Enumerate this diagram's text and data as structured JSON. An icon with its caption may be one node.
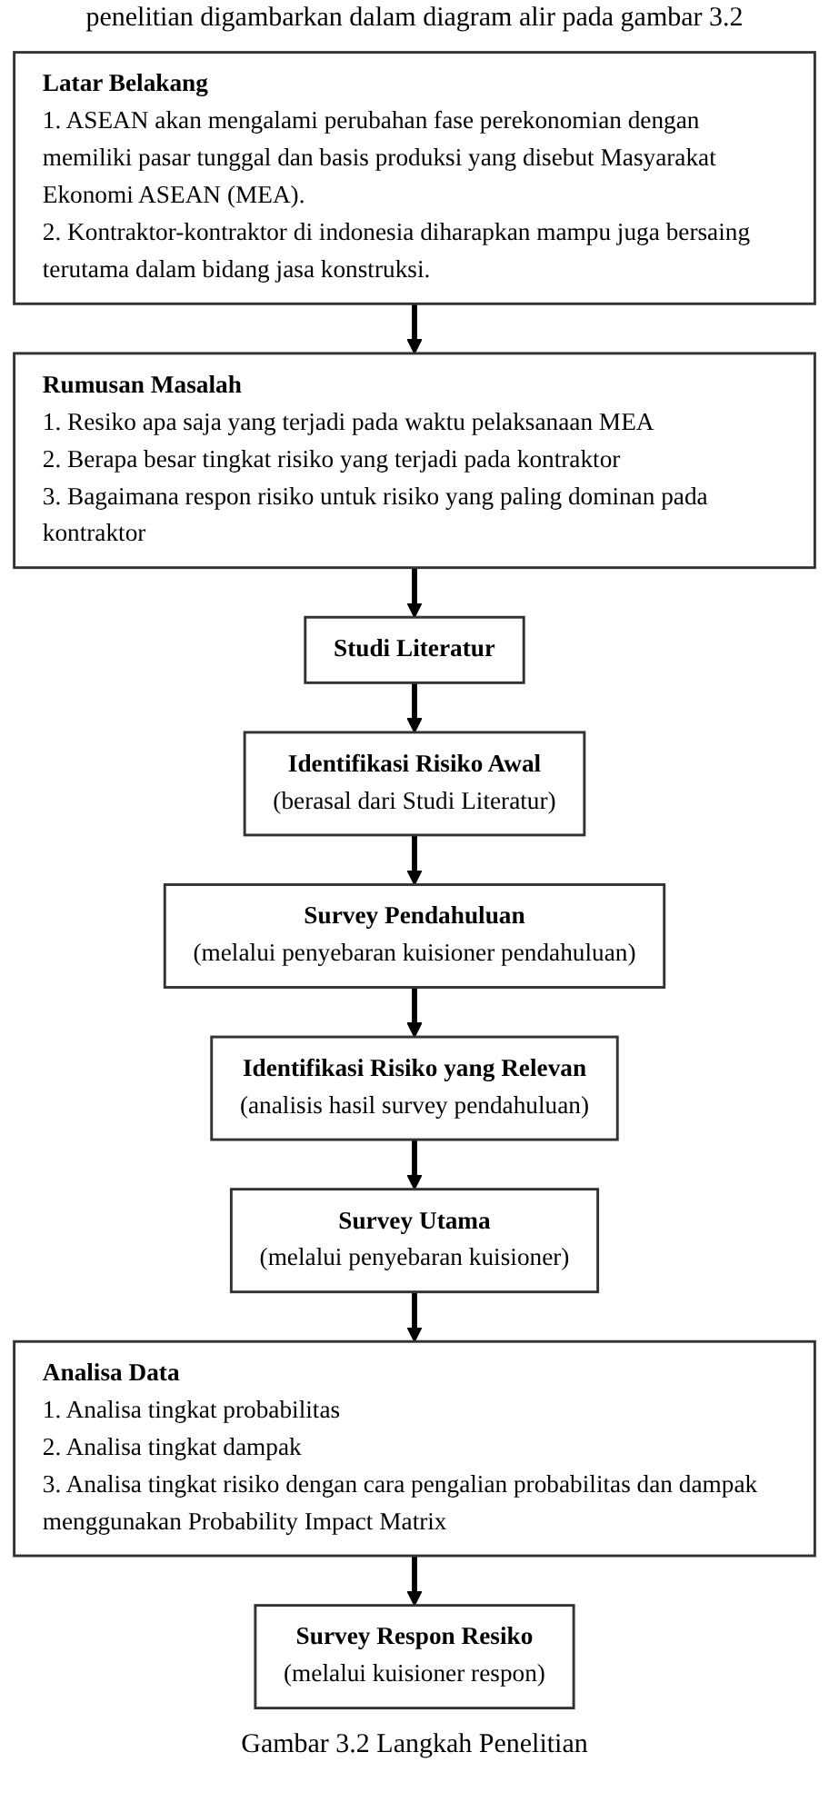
{
  "diagram": {
    "caption": "Gambar 3.2 Langkah Penelitian",
    "nodes": [
      {
        "text": [
          "Latar Belakang",
          "1. ASEAN akan mengalami perubahan fase perekonomian dengan memiliki pasar tunggal dan basis produksi yang disebut Masyarakat Ekonomi ASEAN (MEA).",
          "2. Kontraktor-kontraktor di indonesia diharapkan mampu juga bersaing terutama dalam bidang jasa konstruksi."
        ]
      },
      {
        "text": [
          "Rumusan Masalah",
          "1. Resiko apa saja yang terjadi pada waktu pelaksanaan MEA",
          "2. Berapa besar tingkat risiko yang terjadi pada kontraktor",
          "3. Bagaimana respon risiko untuk risiko yang paling dominan pada kontraktor"
        ]
      },
      {
        "text": [
          "Studi Literatur"
        ]
      },
      {
        "text": [
          "Identifikasi Risiko Awal",
          "(berasal dari Studi Literatur)"
        ]
      },
      {
        "text": [
          "Survey Pendahuluan",
          "(melalui penyebaran kuisioner pendahuluan)"
        ]
      },
      {
        "text": [
          "Identifikasi Risiko yang Relevan",
          "(analisis hasil survey pendahuluan)"
        ]
      },
      {
        "text": [
          "Survey Utama",
          "(melalui penyebaran kuisioner)"
        ]
      },
      {
        "text": [
          "Analisa Data",
          "1. Analisa tingkat probabilitas",
          "2. Analisa tingkat dampak",
          "3. Analisa tingkat risiko dengan cara pengalian probabilitas dan dampak menggunakan Probability Impact Matrix"
        ]
      },
      {
        "text": [
          "Survey Respon Resiko",
          "(melalui kuisioner respon)"
        ]
      }
    ],
    "edges": [
      {
        "from": 0,
        "to": 1,
        "arrow": "to"
      },
      {
        "from": 1,
        "to": 2,
        "arrow": "to"
      },
      {
        "from": 2,
        "to": 3,
        "arrow": "to"
      },
      {
        "from": 3,
        "to": 4,
        "arrow": "to"
      },
      {
        "from": 4,
        "to": 5,
        "arrow": "to"
      },
      {
        "from": 5,
        "to": 6,
        "arrow": "to"
      },
      {
        "from": 6,
        "to": 7,
        "arrow": "to"
      },
      {
        "from": 7,
        "to": 8,
        "arrow": "to"
      }
    ],
    "labels": [
      "penelitian digambarkan dalam diagram alir pada gambar 3.2"
    ]
  }
}
